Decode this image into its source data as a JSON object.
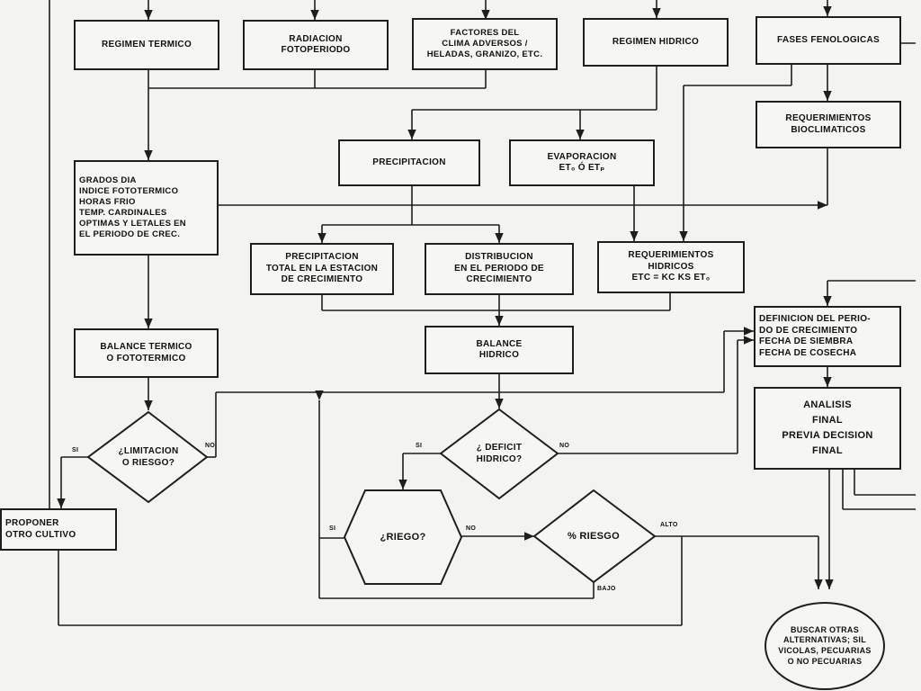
{
  "nodes": {
    "regimen_termico": "REGIMEN TERMICO",
    "radiacion": "RADIACION\nFOTOPERIODO",
    "factores_clima": "FACTORES DEL\nCLIMA ADVERSOS /\nHELADAS, GRANIZO, etc.",
    "regimen_hidrico": "REGIMEN HIDRICO",
    "fases_fenologicas": "FASES FENOLOGICAS",
    "requerimientos_bioclimaticos": "REQUERIMIENTOS\nBIOCLIMATICOS",
    "precipitacion": "PRECIPITACION",
    "evaporacion": "EVAPORACION\nET₀ ó ETₚ",
    "grados_dia": "GRADOS DIA\nINDICE FOTOTERMICO\nHORAS FRIO\nTEMP. CARDINALES\nOPTIMAS Y LETALES EN\nEL PERIODO DE CREC.",
    "precipitacion_total": "PRECIPITACION\nTOTAL EN LA ESTACION\nDE CRECIMIENTO",
    "distribucion": "DISTRIBUCION\nEN EL PERIODO DE\nCRECIMIENTO",
    "requerimientos_hidricos": "REQUERIMIENTOS\nHIDRICOS\nETc = Kc Ks ET₀",
    "balance_termico": "BALANCE TERMICO\nO FOTOTERMICO",
    "balance_hidrico": "BALANCE\nHIDRICO",
    "definicion_periodo": "DEFINICION DEL PERIO-\nDO DE CRECIMIENTO\nFECHA DE SIEMBRA\nFECHA DE COSECHA",
    "analisis_final": "ANALISIS\nFINAL\nPREVIA DECISION\nFINAL",
    "limitacion": "¿LIMITACION\nO RIESGO?",
    "deficit": "¿ DEFICIT\nHIDRICO?",
    "riego": "¿RIEGO?",
    "riesgo_pct": "%  RIESGO",
    "proponer": "PROPONER\nOTRO CULTIVO",
    "buscar": "BUSCAR OTRAS\nALTERNATIVAS; SIL\nVICOLAS, PECUARIAS\nO NO PECUARIAS"
  },
  "labels": {
    "limitacion_si": "SI",
    "limitacion_no": "NO",
    "deficit_si": "SI",
    "deficit_no": "NO",
    "riego_si": "SI",
    "riego_no": "NO",
    "riesgo_alto": "ALTO",
    "riesgo_bajo": "BAJO"
  }
}
